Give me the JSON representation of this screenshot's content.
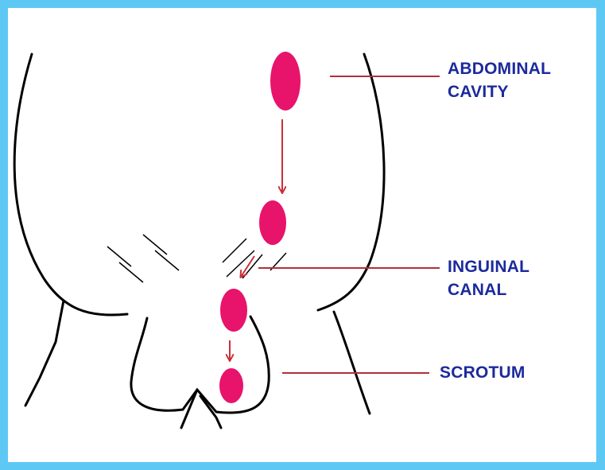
{
  "labels": {
    "abdominal": {
      "line1": "ABDOMINAL",
      "line2": "CAVITY"
    },
    "inguinal": {
      "line1": "INGUINAL",
      "line2": "CANAL"
    },
    "scrotum": {
      "line1": "SCROTUM"
    }
  },
  "colors": {
    "border": "#5ec8f5",
    "outline": "#000000",
    "testis": "#e8136a",
    "arrow": "#c8303a",
    "label_text": "#1c2a9c",
    "background": "#ffffff"
  }
}
